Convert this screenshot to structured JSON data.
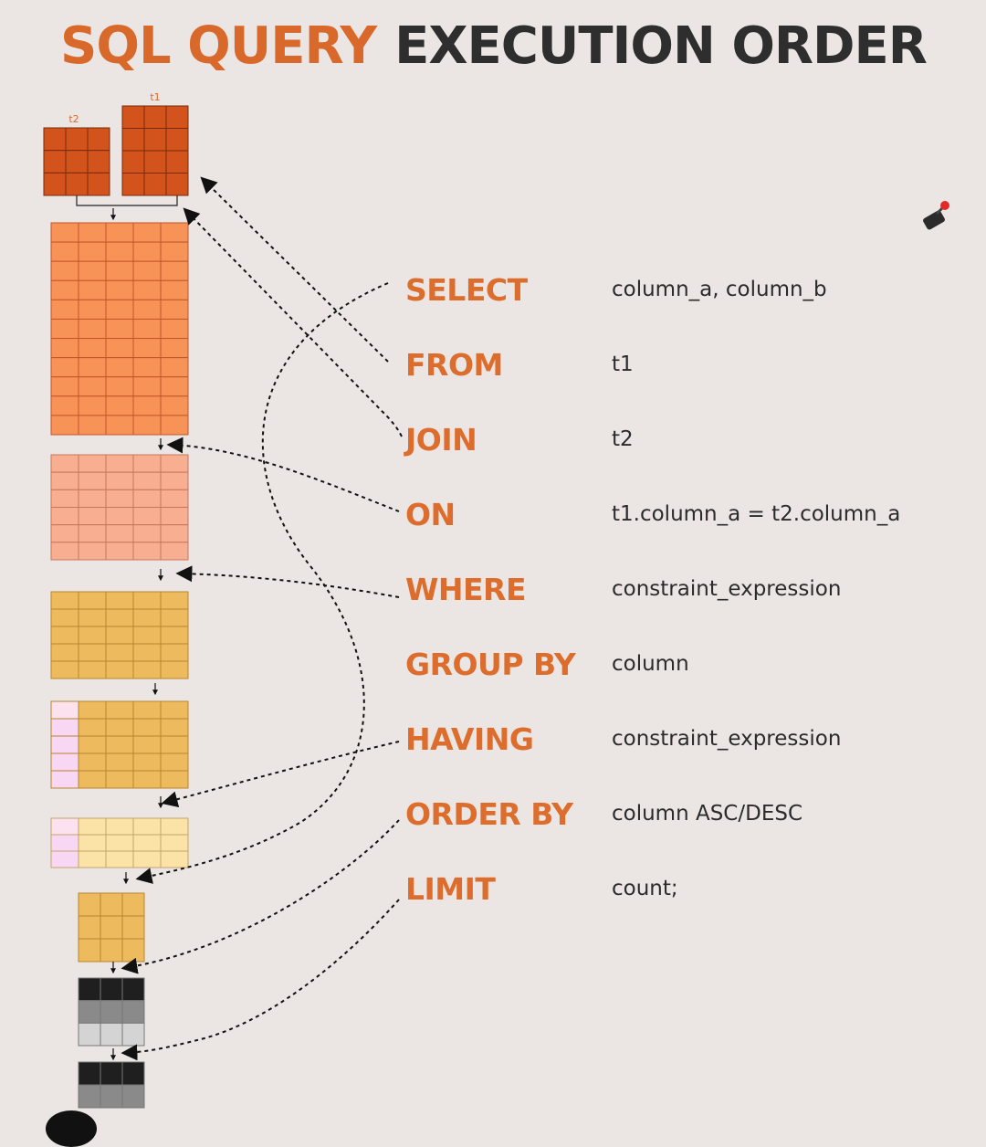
{
  "title": {
    "part1": "SQL QUERY",
    "part2": "EXECUTION ORDER"
  },
  "table_labels": {
    "t1": "t1",
    "t2": "t2"
  },
  "clauses": [
    {
      "keyword": "SELECT",
      "argument": "column_a, column_b"
    },
    {
      "keyword": "FROM",
      "argument": "t1"
    },
    {
      "keyword": "JOIN",
      "argument": "t2"
    },
    {
      "keyword": "ON",
      "argument": "t1.column_a = t2.column_a"
    },
    {
      "keyword": "WHERE",
      "argument": "constraint_expression"
    },
    {
      "keyword": "GROUP BY",
      "argument": "column"
    },
    {
      "keyword": "HAVING",
      "argument": "constraint_expression"
    },
    {
      "keyword": "ORDER BY",
      "argument": "column ASC/DESC"
    },
    {
      "keyword": "LIMIT",
      "argument": "count;"
    }
  ],
  "colors": {
    "title_accent": "#d9692a",
    "title_dark": "#2f2e2e",
    "keyword": "#dd6d2d",
    "source_tables": "#d3531c",
    "joined": "#f79357",
    "filtered": "#f8ae90",
    "grouped": "#edbb5e",
    "group_key": "#f7d7f4",
    "having": "#fbe3a8",
    "limited": "#1f1f1f"
  }
}
